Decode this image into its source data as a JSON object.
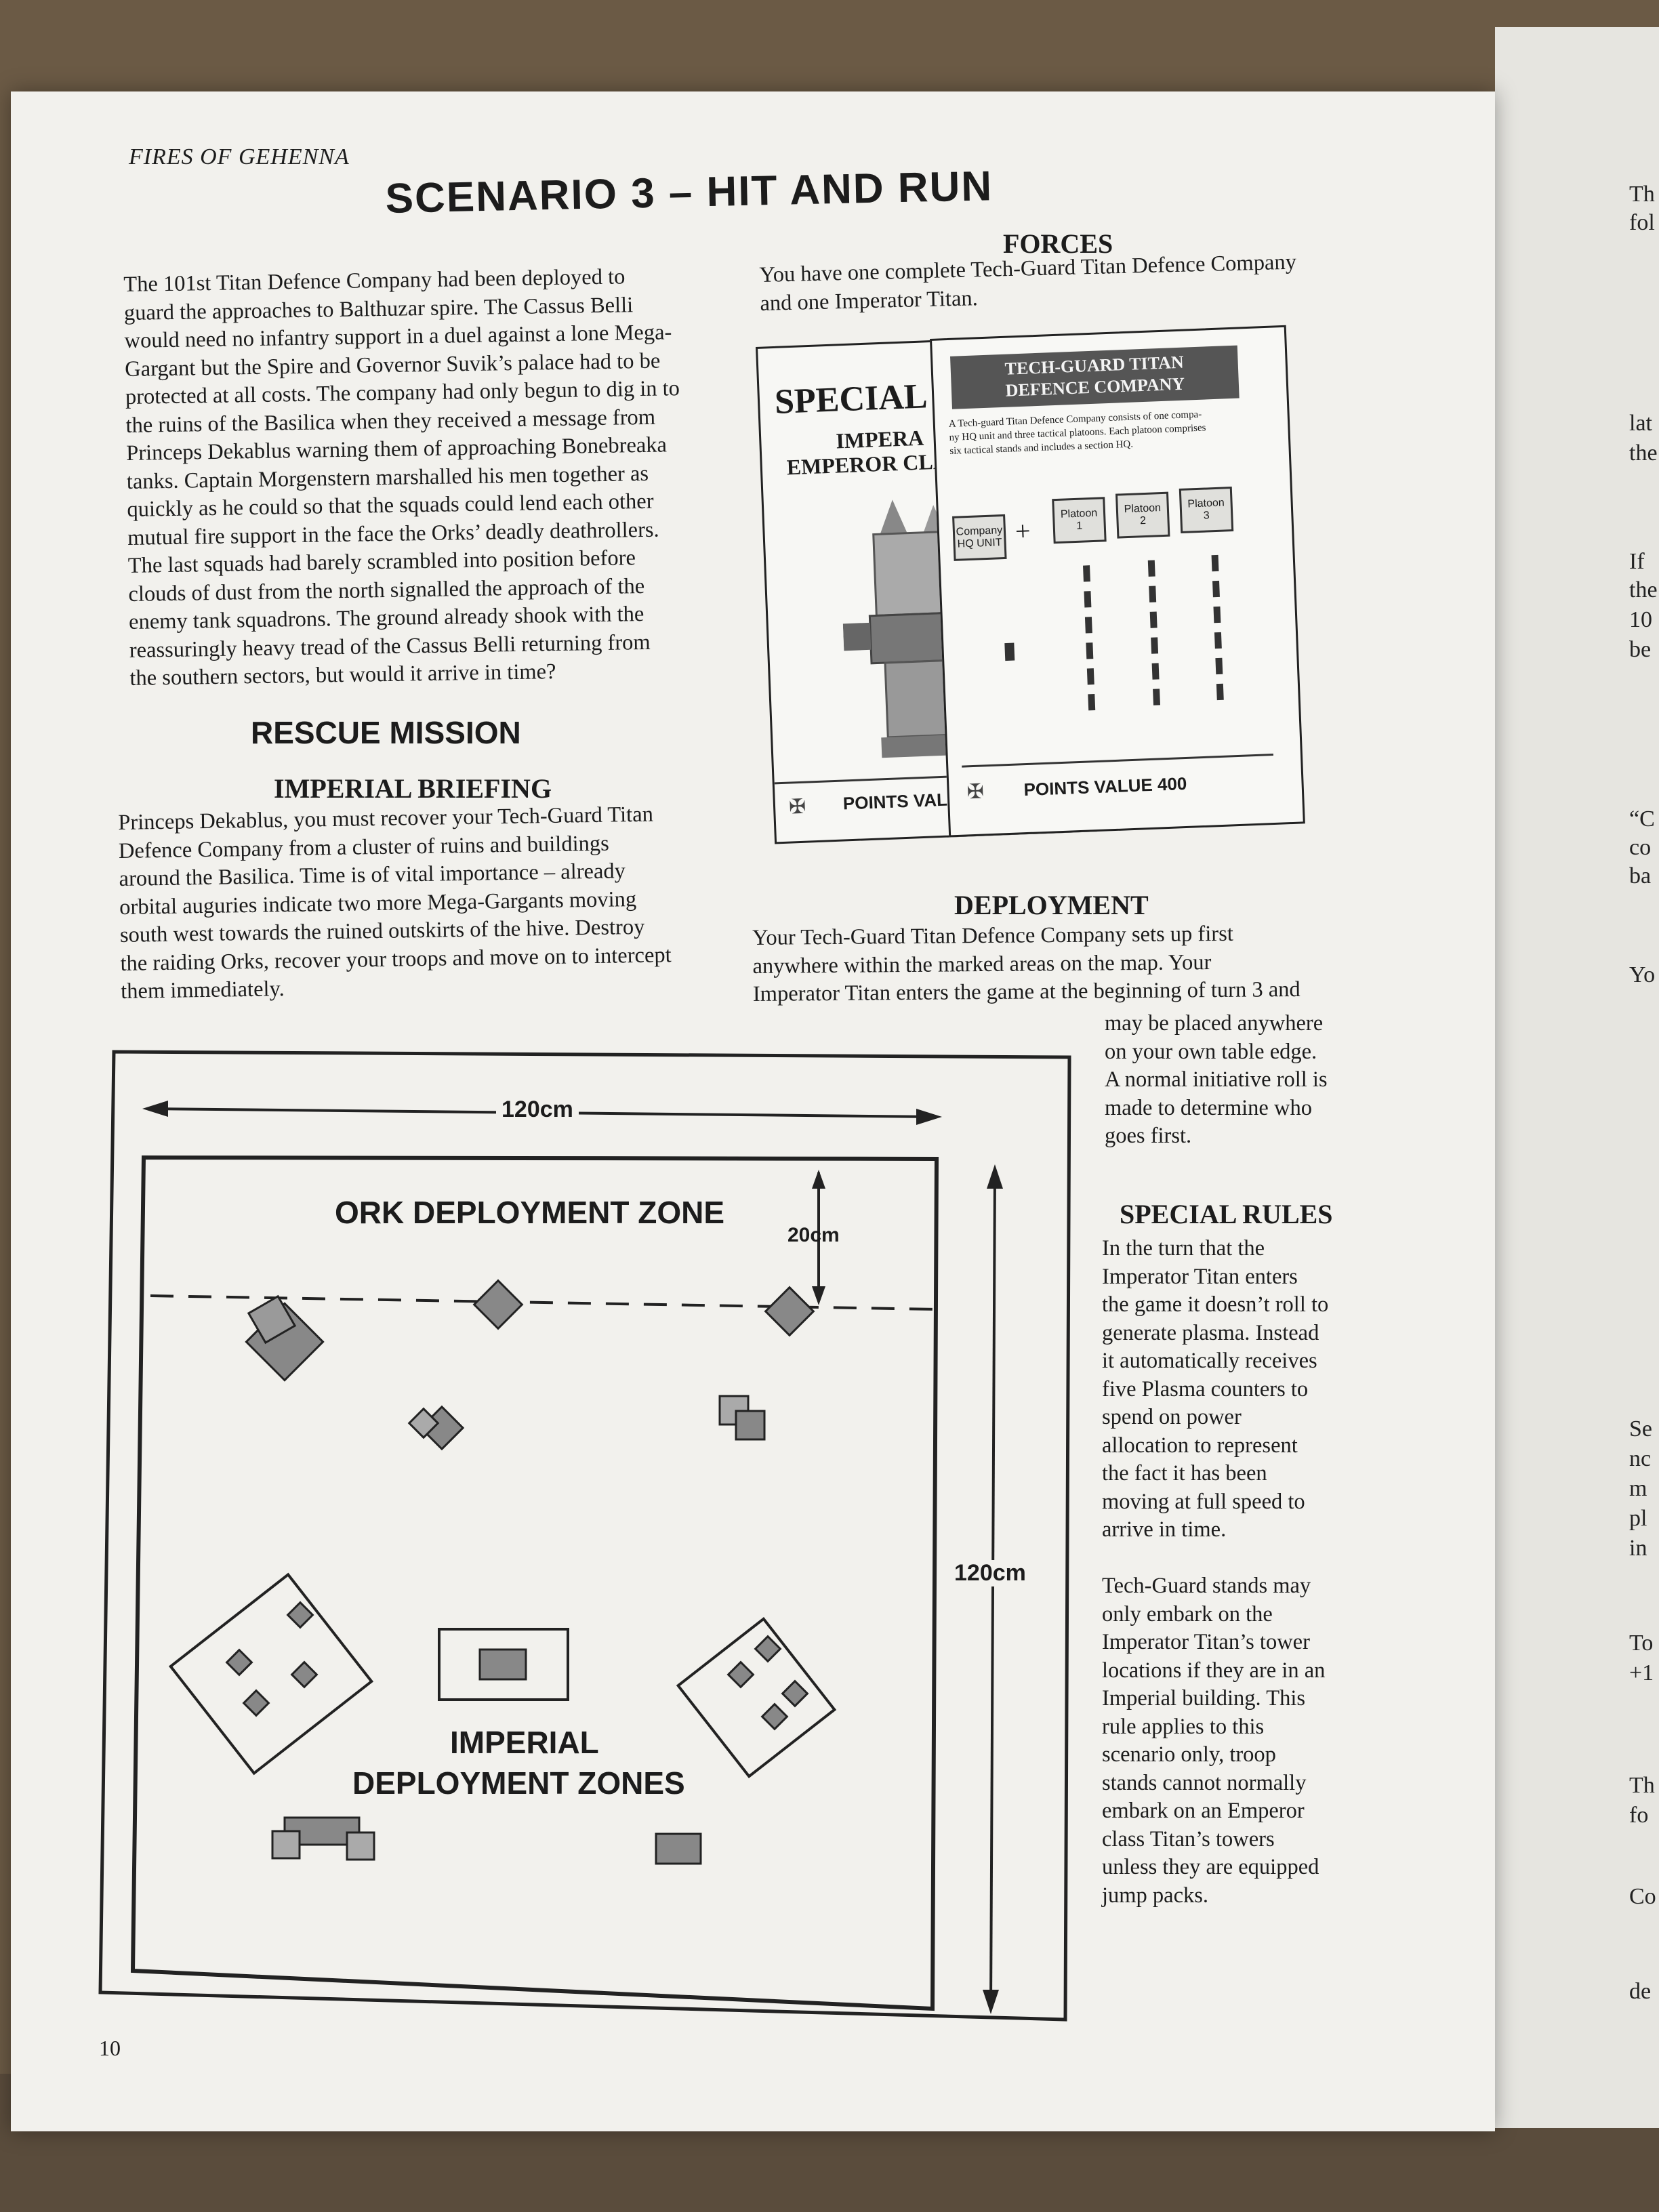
{
  "header": {
    "running_title": "FIRES OF GEHENNA",
    "page_number": "10"
  },
  "scenario": {
    "title": "SCENARIO 3 – HIT AND RUN"
  },
  "intro": {
    "lines": [
      "The 101st Titan Defence Company had been deployed to",
      "guard the approaches to Balthuzar spire. The Cassus Belli",
      "would need no infantry support in a duel against a lone Mega-",
      "Gargant but the Spire and Governor Suvik’s palace had to be",
      "protected at all costs. The company had only begun to dig in to",
      "the ruins of the Basilica when they received a message from",
      "Princeps Dekablus warning them of approaching Bonebreaka",
      "tanks. Captain Morgenstern marshalled his men together as",
      "quickly as he could so that the squads could lend each other",
      "mutual fire support in the face the Orks’ deadly deathrollers.",
      "The last squads had barely scrambled into position before",
      "clouds of dust from the north signalled the approach of the",
      "enemy tank squadrons. The ground already shook with the",
      "reassuringly heavy tread of the Cassus Belli returning from",
      "the southern sectors, but would it arrive in time?"
    ]
  },
  "mission": {
    "heading": "RESCUE MISSION",
    "briefing_heading": "IMPERIAL BRIEFING",
    "lines": [
      "Princeps Dekablus, you must recover your Tech-Guard Titan",
      "Defence Company from a cluster of ruins and buildings",
      "around the Basilica. Time is of vital importance – already",
      "orbital auguries indicate two more Mega-Gargants moving",
      "south west towards the ruined outskirts of the hive. Destroy",
      "the raiding Orks, recover your troops and move on to intercept",
      "them immediately."
    ]
  },
  "forces": {
    "heading": "FORCES",
    "lines": [
      "You have one complete Tech-Guard Titan Defence Company",
      "and one Imperator Titan."
    ]
  },
  "card_back": {
    "title": "SPECIAL",
    "subtitle_1": "IMPERA",
    "subtitle_2": "EMPEROR CLA",
    "points": "POINTS VAL"
  },
  "card_front": {
    "title_1": "TECH-GUARD TITAN",
    "title_2": "DEFENCE COMPANY",
    "desc_1": "A Tech-guard Titan Defence Company consists of one compa-",
    "desc_2": "ny HQ unit and three tactical platoons. Each platoon comprises",
    "desc_3": "six tactical stands and includes a section HQ.",
    "hq_1": "Company",
    "hq_2": "HQ UNIT",
    "plus": "+",
    "platoon_label": "Platoon",
    "platoon_nums": [
      "1",
      "2",
      "3"
    ],
    "points": "POINTS VALUE 400"
  },
  "deployment": {
    "heading": "DEPLOYMENT",
    "full_lines": [
      "Your Tech-Guard Titan Defence Company sets up first",
      "anywhere within the marked areas on the map. Your",
      "Imperator Titan enters the game at the beginning of turn 3 and"
    ],
    "narrow_lines": [
      "may be placed anywhere",
      "on your own table edge.",
      "A normal initiative roll is",
      "made to determine who",
      "goes first."
    ]
  },
  "special_rules": {
    "heading": "SPECIAL RULES",
    "para1_lines": [
      "In the turn that the",
      "Imperator Titan enters",
      "the game it doesn’t roll to",
      "generate plasma. Instead",
      "it automatically receives",
      "five Plasma counters to",
      "spend on power",
      "allocation to represent",
      "the fact it has been",
      "moving at full speed to",
      "arrive in time."
    ],
    "para2_lines": [
      "Tech-Guard stands may",
      "only embark on the",
      "Imperator Titan’s tower",
      "locations if they are in an",
      "Imperial building. This",
      "rule applies to this",
      "scenario only, troop",
      "stands cannot normally",
      "embark on an Emperor",
      "class Titan’s towers",
      "unless they are equipped",
      "jump packs."
    ]
  },
  "map": {
    "width_label": "120cm",
    "height_label": "120cm",
    "depth_label": "20cm",
    "ork_zone": "ORK DEPLOYMENT ZONE",
    "imperial_zone_1": "IMPERIAL",
    "imperial_zone_2": "DEPLOYMENT ZONES"
  },
  "next_page_edge": [
    "Th",
    "fol",
    "lat",
    "the",
    "If",
    "the",
    "10",
    "be",
    "“C",
    "co",
    "ba",
    "Yo",
    "Se",
    "nc",
    "m",
    "pl",
    "in",
    "To",
    "+1",
    "Th",
    "fo",
    "Co",
    "de"
  ]
}
